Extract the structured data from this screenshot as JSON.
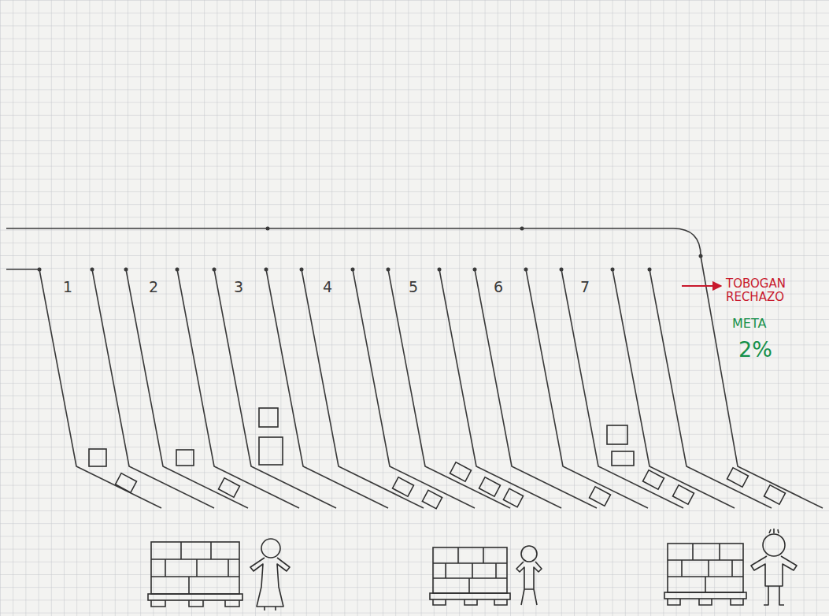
{
  "diagram": {
    "labels": [
      "1",
      "2",
      "3",
      "4",
      "5",
      "6",
      "7",
      "TOBOGAN RECHAZO",
      "META",
      "2%"
    ]
  }
}
